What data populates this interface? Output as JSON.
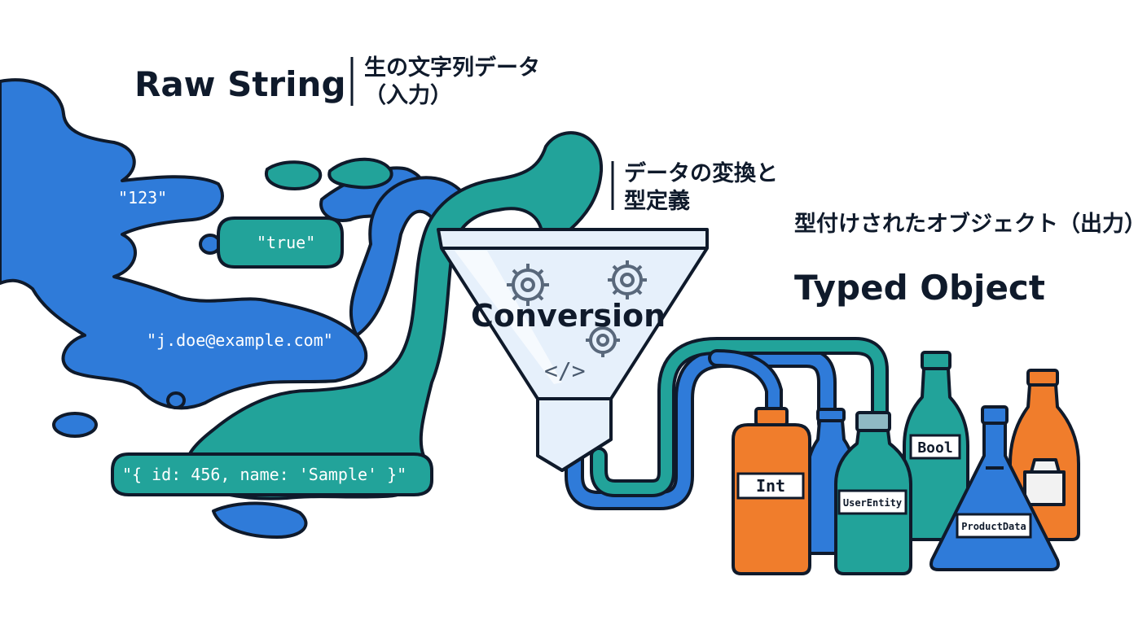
{
  "input": {
    "title": "Raw String",
    "jp_line1": "生の文字列データ",
    "jp_line2": "（入力）",
    "samples": [
      "\"123\"",
      "\"true\"",
      "\"j.doe@example.com\"",
      "\"{ id: 456, name: 'Sample' }\""
    ]
  },
  "process": {
    "jp_line1": "データの変換と",
    "jp_line2": "型定義",
    "title": "Conversion",
    "code_symbol": "</>"
  },
  "output": {
    "jp_caption": "型付けされたオブジェクト（出力）",
    "title": "Typed Object",
    "bottles": [
      "Int",
      "UserEntity",
      "Bool",
      "ProductData"
    ]
  },
  "colors": {
    "blue": "#2f7bd9",
    "teal": "#22a39a",
    "orange": "#f07d2c",
    "ink": "#0f1a2b",
    "funnel": "#e6f0fb"
  }
}
